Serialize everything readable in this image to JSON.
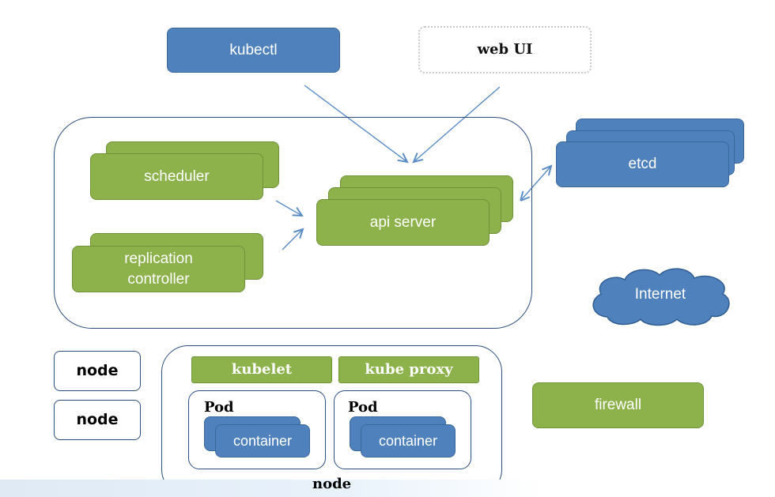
{
  "nodes": {
    "kubectl": "kubectl",
    "web_ui": "web UI",
    "etcd": "etcd",
    "scheduler": "scheduler",
    "replication_controller_line1": "replication",
    "replication_controller_line2": "controller",
    "api_server": "api server",
    "internet": "Internet",
    "firewall": "firewall",
    "node_left_1": "node",
    "node_left_2": "node",
    "kubelet": "kubelet",
    "kube_proxy": "kube proxy",
    "pod_1": "Pod",
    "pod_2": "Pod",
    "container_1": "container",
    "container_2": "container",
    "worker_node": "node"
  },
  "colors": {
    "blue": "#4f81bd",
    "green": "#8db24c",
    "outline": "#2c4e7d",
    "arrow": "#5b8cc6"
  }
}
